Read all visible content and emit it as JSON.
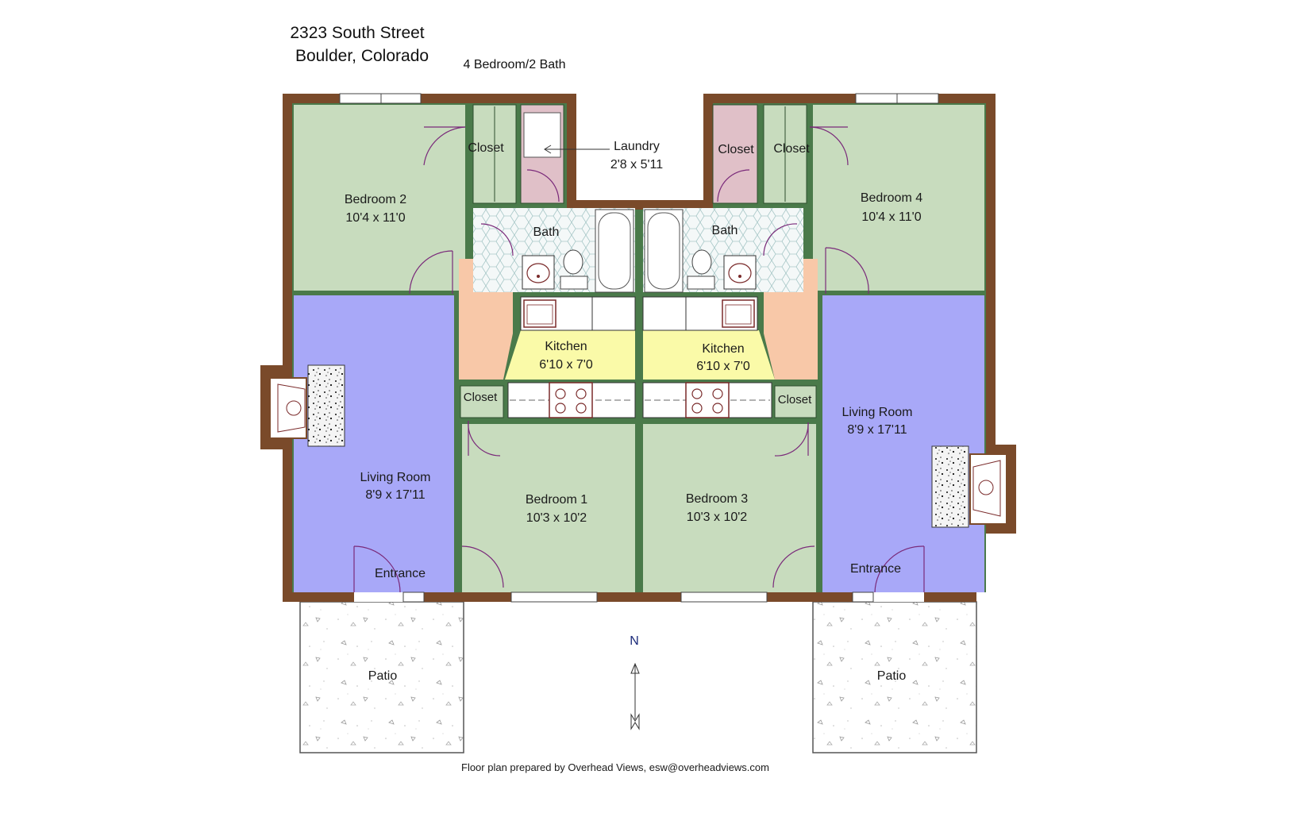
{
  "header": {
    "address_line1": "2323 South Street",
    "address_line2": "Boulder, Colorado",
    "unit_type": "4 Bedroom/2 Bath"
  },
  "rooms": {
    "bedroom2": {
      "name": "Bedroom 2",
      "size": "10'4 x 11'0"
    },
    "bedroom4": {
      "name": "Bedroom 4",
      "size": "10'4 x 11'0"
    },
    "bedroom1": {
      "name": "Bedroom 1",
      "size": "10'3 x 10'2"
    },
    "bedroom3": {
      "name": "Bedroom 3",
      "size": "10'3 x 10'2"
    },
    "living_left": {
      "name": "Living Room",
      "size": "8'9 x 17'11"
    },
    "living_right": {
      "name": "Living Room",
      "size": "8'9 x 17'11"
    },
    "kitchen_left": {
      "name": "Kitchen",
      "size": "6'10 x 7'0"
    },
    "kitchen_right": {
      "name": "Kitchen",
      "size": "6'10 x 7'0"
    },
    "bath_left": {
      "name": "Bath"
    },
    "bath_right": {
      "name": "Bath"
    },
    "laundry": {
      "name": "Laundry",
      "size": "2'8 x 5'11"
    },
    "closet_b2": {
      "name": "Closet"
    },
    "closet_b4": {
      "name": "Closet"
    },
    "closet_pink_right": {
      "name": "Closet"
    },
    "closet_kitchen_left": {
      "name": "Closet"
    },
    "closet_kitchen_right": {
      "name": "Closet"
    },
    "entrance_left": {
      "name": "Entrance"
    },
    "entrance_right": {
      "name": "Entrance"
    },
    "patio_left": {
      "name": "Patio"
    },
    "patio_right": {
      "name": "Patio"
    }
  },
  "compass": {
    "label": "N"
  },
  "footer": {
    "credit": "Floor plan prepared by Overhead Views, esw@overheadviews.com"
  },
  "colors": {
    "wall": "#7a4a2a",
    "bedroom": "#c8dcbe",
    "living": "#a8a8f8",
    "kitchen": "#fafaa8",
    "hall": "#f8c8a8",
    "closet_pink": "#e0c0c8",
    "interior_wall": "#4a7a4a"
  }
}
